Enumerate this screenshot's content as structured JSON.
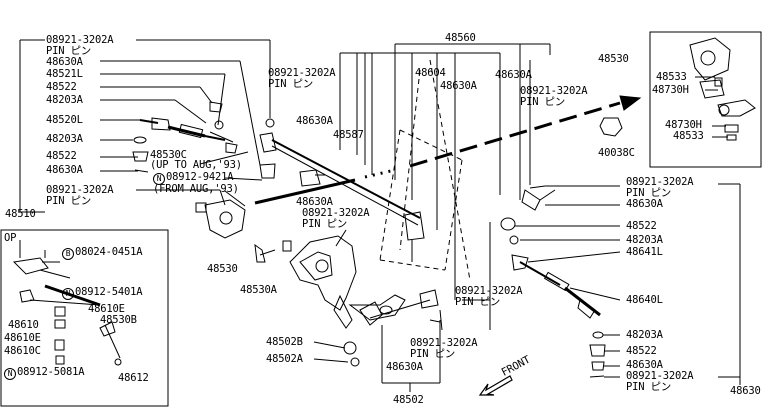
{
  "labels": {
    "l_48560": "48560",
    "l_48530_top": "48530",
    "l_08921_3202a_tl": "08921-3202A",
    "l_pin_tl": "PIN ピン",
    "l_48630a_1": "48630A",
    "l_48521l": "48521L",
    "l_48522_1": "48522",
    "l_48203a_1": "48203A",
    "l_48520l": "48520L",
    "l_48203a_2": "48203A",
    "l_48522_2": "48522",
    "l_48630a_2": "48630A",
    "l_08921_3202a_ml": "08921-3202A",
    "l_pin_ml": "PIN ピン",
    "l_48510": "48510",
    "l_08921_3202a_tc": "08921-3202A",
    "l_pin_tc": "PIN ピン",
    "l_48630a_c": "48630A",
    "l_48587": "48587",
    "l_48530c": "48530C",
    "l_up_to": "(UP TO AUG,'93)",
    "l_08912_9421a": "08912-9421A",
    "l_from": "(FROM AUG,'93)",
    "l_48604": "48604",
    "l_48630a_top": "48630A",
    "l_48630a_top2": "48630A",
    "l_08921_3202a_tr": "08921-3202A",
    "l_pin_tr": "PIN ピン",
    "l_48533_1": "48533",
    "l_48730h_1": "48730H",
    "l_48730h_2": "48730H",
    "l_48533_2": "48533",
    "l_40038c": "40038C",
    "l_48630a_mc": "48630A",
    "l_08921_3202a_mc": "08921-3202A",
    "l_pin_mc": "PIN ピン",
    "l_48530_mid": "48530",
    "l_48530a": "48530A",
    "l_08921_3202a_r1": "08921-3202A",
    "l_pin_r1": "PIN ピン",
    "l_48630a_r1": "48630A",
    "l_48522_r1": "48522",
    "l_48203a_r1": "48203A",
    "l_48641l": "48641L",
    "l_48640l": "48640L",
    "l_48203a_r2": "48203A",
    "l_48522_r2": "48522",
    "l_48630a_r2": "48630A",
    "l_08921_3202a_r2": "08921-3202A",
    "l_pin_r2": "PIN ピン",
    "l_48630": "48630",
    "l_08921_3202a_b1": "08921-3202A",
    "l_pin_b1": "PIN ピン",
    "l_08921_3202a_b2": "08921-3202A",
    "l_pin_b2": "PIN ピン",
    "l_48502b": "48502B",
    "l_48502a": "48502A",
    "l_48630a_b": "48630A",
    "l_48502": "48502",
    "l_front": "FRONT",
    "l_op": "OP",
    "l_08024_0451a": "08024-0451A",
    "l_08912_5401a": "08912-5401A",
    "l_48610e_1": "48610E",
    "l_48530b": "48530B",
    "l_48610": "48610",
    "l_48610e_2": "48610E",
    "l_48610c": "48610C",
    "l_08912_5081a": "08912-5081A",
    "l_48612": "48612"
  },
  "circle_letters": {
    "b": "B",
    "n": "N"
  }
}
